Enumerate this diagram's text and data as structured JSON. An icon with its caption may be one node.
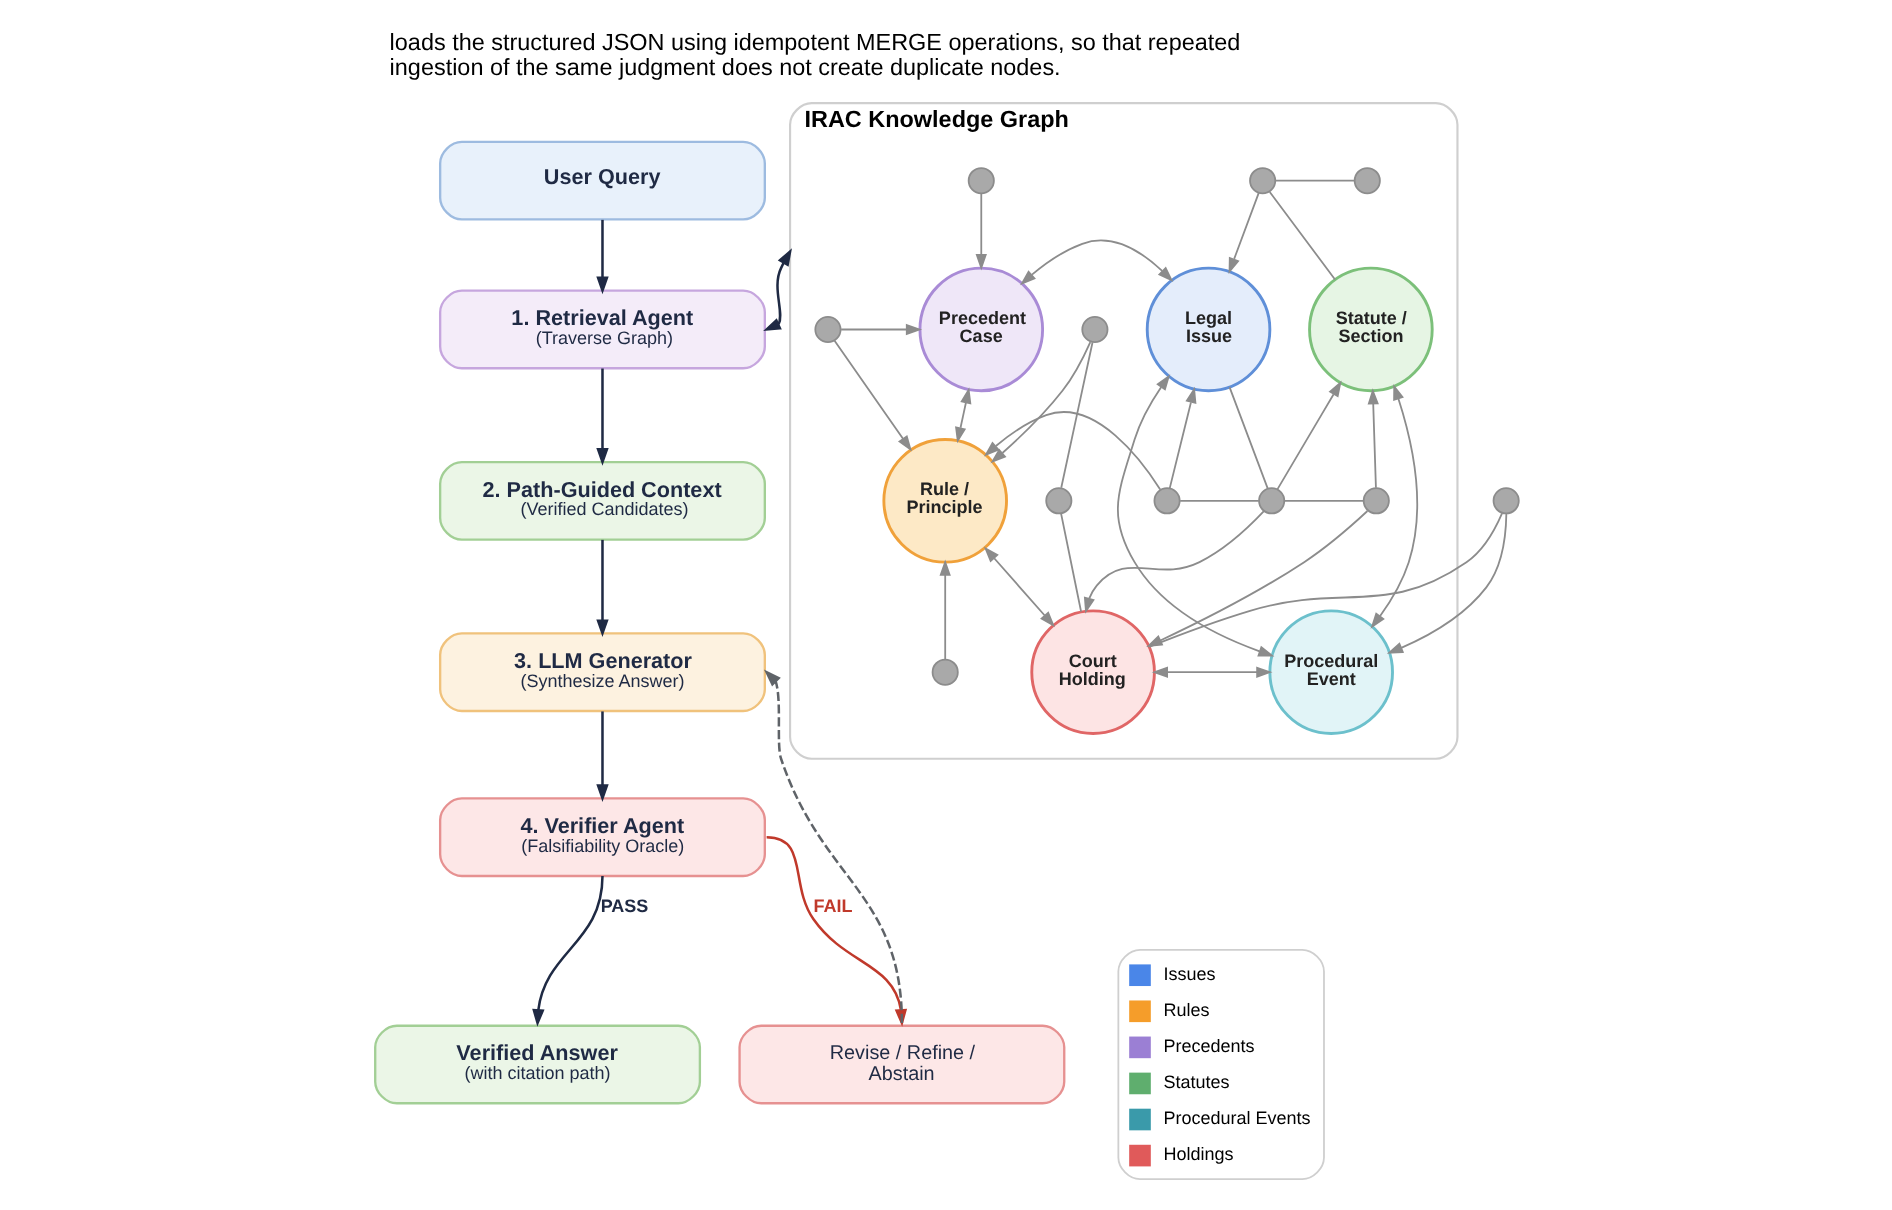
{
  "diagram": {
    "caption": "loads the structured JSON using idempotent MERGE operations, so that repeated ingestion of the same judgment does not create duplicate nodes.",
    "nodes": [
      {
        "text": [
          "User Query"
        ]
      },
      {
        "text": [
          "1. Retrieval Agent",
          "(Traverse Graph)"
        ]
      },
      {
        "text": [
          "2. Path-Guided Context",
          "(Verified Candidates)"
        ]
      },
      {
        "text": [
          "3. LLM Generator",
          "(Synthesize Answer)"
        ]
      },
      {
        "text": [
          "4. Verifier Agent",
          "(Falsifiability Oracle)"
        ]
      },
      {
        "text": [
          "Verified Answer",
          "(with citation path)"
        ]
      },
      {
        "text": [
          "Revise / Refine / Abstain"
        ]
      },
      {
        "text": [
          "IRAC Knowledge Graph"
        ]
      },
      {
        "text": [
          "Precedent Case"
        ],
        "in": 7
      },
      {
        "text": [
          "Legal Issue"
        ],
        "in": 7
      },
      {
        "text": [
          "Statute / Section"
        ],
        "in": 7
      },
      {
        "text": [
          "Rule / Principle"
        ],
        "in": 7
      },
      {
        "text": [
          "Court Holding"
        ],
        "in": 7
      },
      {
        "text": [
          "Procedural Event"
        ],
        "in": 7
      },
      {
        "text": [],
        "shape": "circle",
        "in": 7
      },
      {
        "text": [],
        "shape": "circle",
        "in": 7
      },
      {
        "text": [],
        "shape": "circle",
        "in": 7
      },
      {
        "text": [],
        "shape": "circle",
        "in": 7
      },
      {
        "text": [],
        "shape": "circle",
        "in": 7
      },
      {
        "text": [],
        "shape": "circle",
        "in": 7
      },
      {
        "text": [],
        "shape": "circle",
        "in": 7
      },
      {
        "text": [],
        "shape": "circle",
        "in": 7
      },
      {
        "text": [],
        "shape": "circle",
        "in": 7
      },
      {
        "text": [],
        "shape": "circle",
        "in": 7
      },
      {
        "text": [],
        "shape": "circle"
      }
    ],
    "edges": [
      {
        "from": 0,
        "to": 1,
        "arrow": "to",
        "color": "#1f2a44"
      },
      {
        "from": 1,
        "to": 7,
        "arrow": "both",
        "color": "#1f2a44"
      },
      {
        "from": 1,
        "to": 2,
        "arrow": "to",
        "color": "#1f2a44"
      },
      {
        "from": 2,
        "to": 3,
        "arrow": "to",
        "color": "#1f2a44"
      },
      {
        "from": 3,
        "to": 4,
        "arrow": "to",
        "color": "#1f2a44"
      },
      {
        "from": 4,
        "to": 5,
        "arrow": "to",
        "label": "PASS",
        "color": "#1f2a44"
      },
      {
        "from": 4,
        "to": 6,
        "arrow": "to",
        "label": "FAIL",
        "color": "#c0392b"
      },
      {
        "from": 6,
        "to": 3,
        "arrow": "to",
        "style": "dashed",
        "color": "#5f6368"
      },
      {
        "from": 16,
        "to": 8,
        "arrow": "to"
      },
      {
        "from": 8,
        "to": 9,
        "arrow": "both"
      },
      {
        "from": 17,
        "to": 8,
        "arrow": "to"
      },
      {
        "from": 17,
        "to": 11,
        "arrow": "to"
      },
      {
        "from": 8,
        "to": 11,
        "arrow": "both"
      },
      {
        "from": 18,
        "to": 9,
        "arrow": "to"
      },
      {
        "from": 18,
        "to": 11,
        "arrow": "to"
      },
      {
        "from": 18,
        "to": 19,
        "arrow": "none"
      },
      {
        "from": 9,
        "to": 19,
        "arrow": "none"
      },
      {
        "from": 19,
        "to": 12,
        "arrow": "to"
      },
      {
        "from": 19,
        "to": 10,
        "arrow": "to"
      },
      {
        "from": 19,
        "to": 20,
        "arrow": "none"
      },
      {
        "from": 20,
        "to": 10,
        "arrow": "to"
      },
      {
        "from": 20,
        "to": 12,
        "arrow": "to"
      },
      {
        "from": 9,
        "to": 13,
        "arrow": "both"
      },
      {
        "from": 10,
        "to": 13,
        "arrow": "both"
      },
      {
        "from": 11,
        "to": 12,
        "arrow": "both"
      },
      {
        "from": 12,
        "to": 13,
        "arrow": "both"
      },
      {
        "from": 15,
        "to": 9,
        "arrow": "to"
      },
      {
        "from": 15,
        "to": 10,
        "arrow": "none"
      },
      {
        "from": 15,
        "to": 14,
        "arrow": "none"
      },
      {
        "from": 21,
        "to": 11,
        "arrow": "to"
      },
      {
        "from": 22,
        "to": 11,
        "arrow": "to"
      },
      {
        "from": 22,
        "to": 23,
        "arrow": "none"
      },
      {
        "from": 23,
        "to": 12,
        "arrow": "none"
      },
      {
        "from": 24,
        "to": 12,
        "arrow": "none"
      },
      {
        "from": 24,
        "to": 13,
        "arrow": "to"
      }
    ],
    "legend": [
      {
        "text": "Issues",
        "color": "#4a86e8"
      },
      {
        "text": "Rules",
        "color": "#f59d2a"
      },
      {
        "text": "Precedents",
        "color": "#9b7fd4"
      },
      {
        "text": "Statutes",
        "color": "#5fae6e"
      },
      {
        "text": "Procedural Events",
        "color": "#3a9aaa"
      },
      {
        "text": "Holdings",
        "color": "#e05a5a"
      }
    ]
  }
}
